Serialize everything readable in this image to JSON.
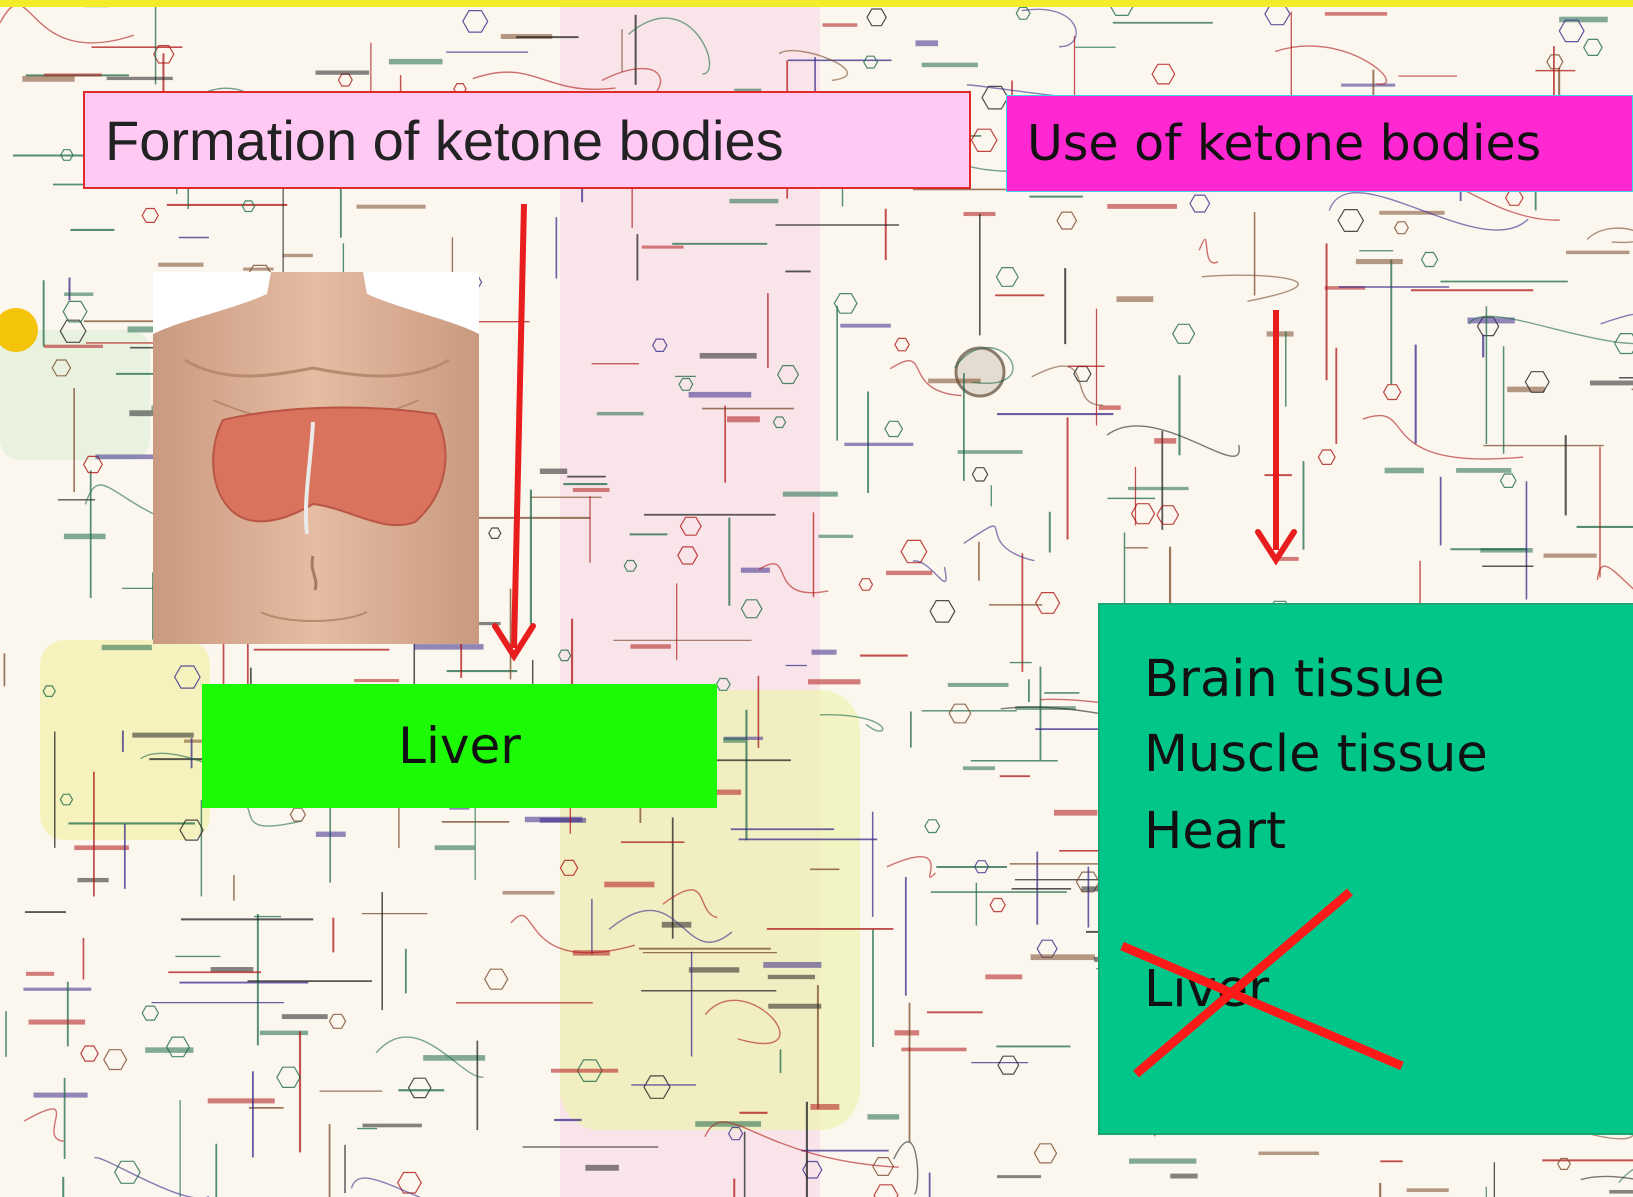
{
  "slide": {
    "formation_title": "Formation of ketone bodies",
    "use_title": "Use of ketone bodies",
    "formation_site": "Liver",
    "use_sites": [
      "Brain tissue",
      "Muscle tissue",
      "Heart"
    ],
    "excluded_site": "Liver"
  },
  "colors": {
    "formation_box": "#ffc9f4",
    "use_box": "#ff27d2",
    "liver_box": "#1dfa06",
    "tissue_box": "#00c68a",
    "arrow": "#e81d1d",
    "cross": "#ff1a1a"
  },
  "icons": {
    "torso_image": "human-torso-with-liver",
    "background": "metabolic-pathways-chart"
  }
}
